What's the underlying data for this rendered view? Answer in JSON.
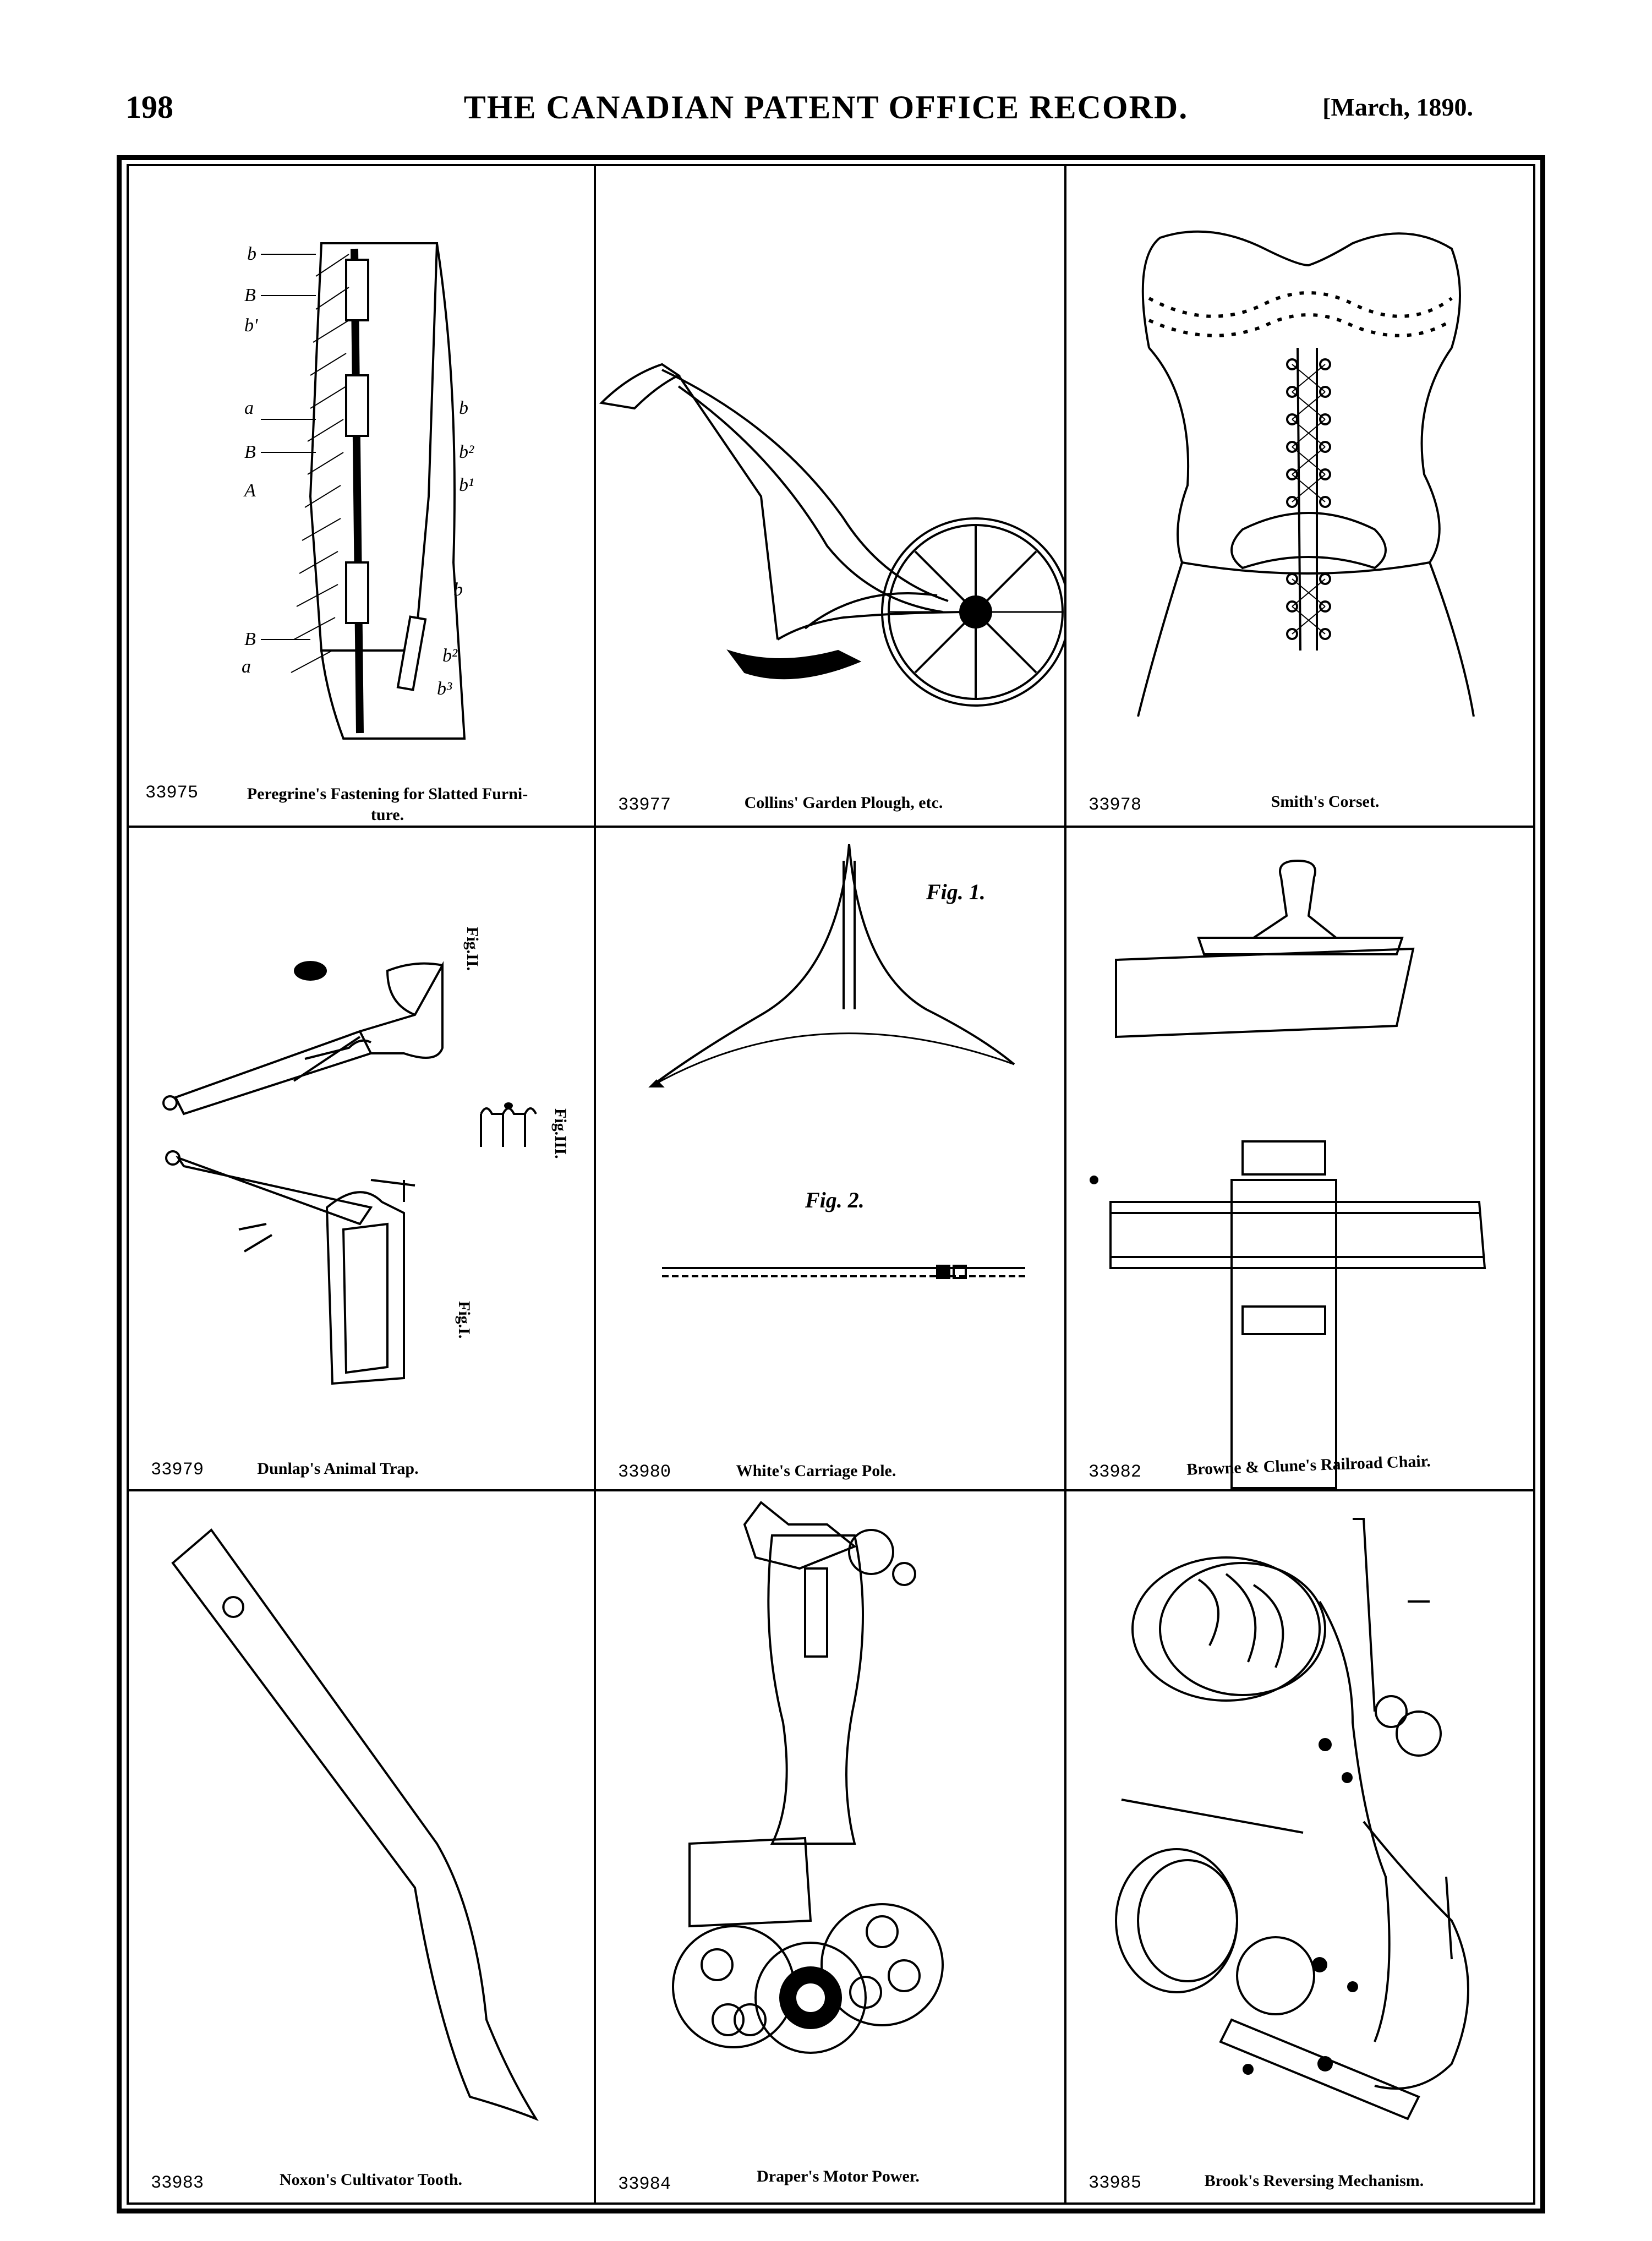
{
  "header": {
    "page_number": "198",
    "title": "THE CANADIAN PATENT OFFICE RECORD.",
    "date": "[March, 1890."
  },
  "patents": [
    {
      "number": "33975",
      "caption": "Peregrine's Fastening for Slatted Furniture.",
      "caption_line1": "Peregrine's Fastening for Slatted Furni-",
      "caption_line2": "ture.",
      "icon": "slatted-furniture-fastening-drawing"
    },
    {
      "number": "33977",
      "caption": "Collins' Garden Plough, etc.",
      "icon": "garden-plough-drawing"
    },
    {
      "number": "33978",
      "caption": "Smith's Corset.",
      "icon": "corset-drawing"
    },
    {
      "number": "33979",
      "caption": "Dunlap's Animal Trap.",
      "icon": "animal-trap-drawing"
    },
    {
      "number": "33980",
      "caption": "White's Carriage Pole.",
      "icon": "carriage-pole-drawing"
    },
    {
      "number": "33982",
      "caption": "Browne & Clune's Railroad Chair.",
      "icon": "railroad-chair-drawing"
    },
    {
      "number": "33983",
      "caption": "Noxon's Cultivator Tooth.",
      "icon": "cultivator-tooth-drawing"
    },
    {
      "number": "33984",
      "caption": "Draper's Motor Power.",
      "icon": "motor-power-drawing"
    },
    {
      "number": "33985",
      "caption": "Brook's Reversing Mechanism.",
      "icon": "reversing-mechanism-drawing"
    }
  ],
  "figure_labels": {
    "trap_fig1": "Fig.I.",
    "trap_fig2": "Fig.II.",
    "trap_fig3": "Fig.III.",
    "pole_fig1": "Fig. 1.",
    "pole_fig2": "Fig. 2."
  }
}
